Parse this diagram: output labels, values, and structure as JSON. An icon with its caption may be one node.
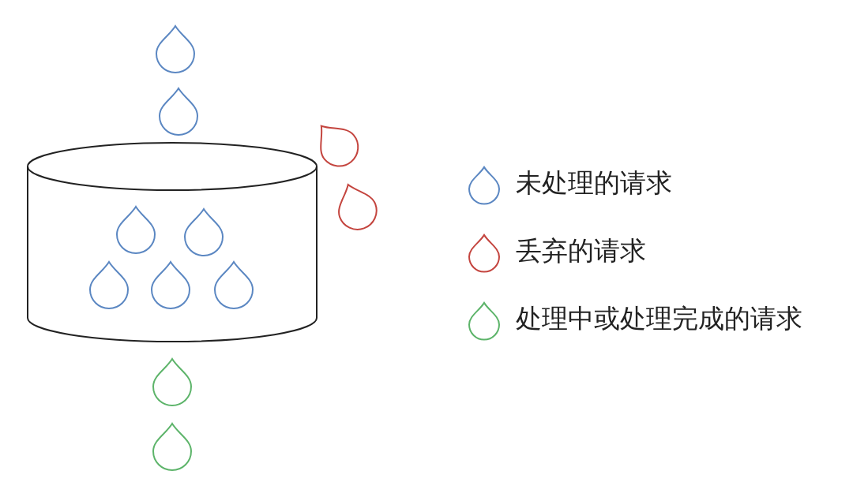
{
  "diagram": {
    "legend": [
      {
        "text": "未处理的请求"
      },
      {
        "text": "丢弃的请求"
      },
      {
        "text": "处理中或处理完成的请求"
      }
    ]
  }
}
